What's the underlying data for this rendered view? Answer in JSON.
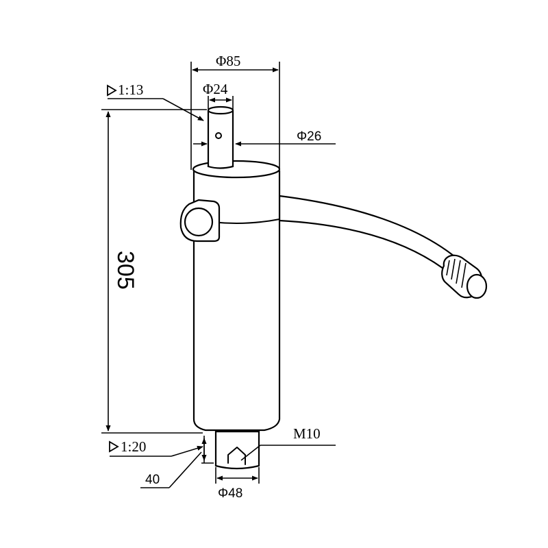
{
  "dimensions": {
    "outer_diameter": "Φ85",
    "stem_diameter": "Φ24",
    "stem_bore": "Φ26",
    "taper_top": "1:13",
    "height": "305",
    "taper_bottom": "1:20",
    "thread": "M10",
    "base_length": "40",
    "base_diameter": "Φ48"
  },
  "colors": {
    "line": "#000000",
    "background": "#ffffff"
  }
}
